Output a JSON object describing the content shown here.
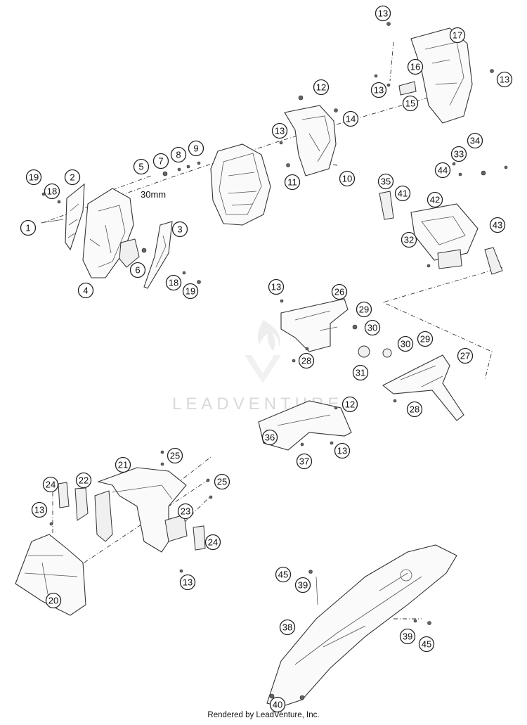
{
  "diagram": {
    "dimension_note": "30mm",
    "watermark": "LEADVENTURE",
    "footer": "Rendered by LeadVenture, Inc.",
    "callouts": [
      "1",
      "2",
      "3",
      "4",
      "5",
      "6",
      "7",
      "8",
      "9",
      "10",
      "11",
      "12",
      "12",
      "13",
      "13",
      "13",
      "13",
      "13",
      "13",
      "13",
      "13",
      "13",
      "14",
      "15",
      "16",
      "17",
      "18",
      "18",
      "19",
      "19",
      "20",
      "21",
      "22",
      "23",
      "24",
      "24",
      "25",
      "25",
      "26",
      "27",
      "28",
      "28",
      "29",
      "29",
      "30",
      "30",
      "31",
      "32",
      "33",
      "34",
      "35",
      "36",
      "37",
      "38",
      "39",
      "39",
      "40",
      "41",
      "42",
      "43",
      "44",
      "45",
      "45"
    ]
  }
}
